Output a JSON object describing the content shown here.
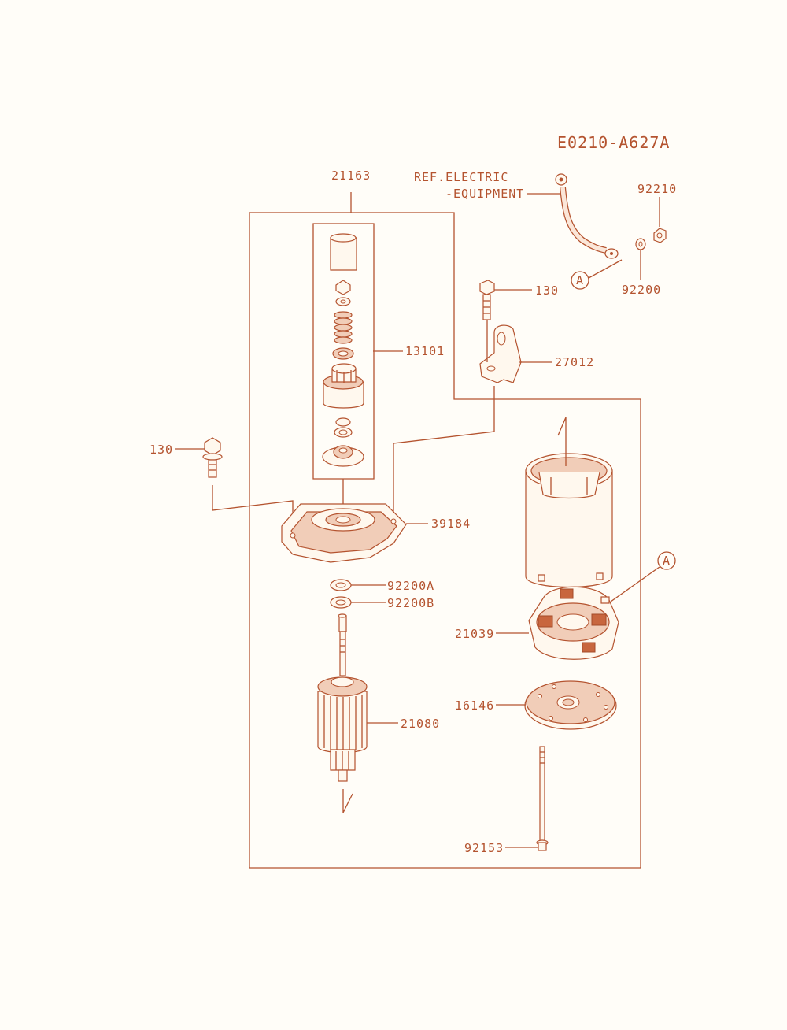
{
  "diagram_code": "E0210-A627A",
  "ref_note": {
    "line1": "REF.ELECTRIC",
    "line2": "-EQUIPMENT"
  },
  "callout_letter": "A",
  "parts": {
    "p21163": "21163",
    "p92210": "92210",
    "p92200": "92200",
    "p130_top": "130",
    "p27012": "27012",
    "p13101": "13101",
    "p130_left": "130",
    "p39184": "39184",
    "p92200A": "92200A",
    "p92200B": "92200B",
    "p21039": "21039",
    "p16146": "16146",
    "p21080": "21080",
    "p92153": "92153"
  },
  "colors": {
    "line": "#b4532f",
    "fill": "#f1cdb8",
    "background": "#fffdf8"
  }
}
